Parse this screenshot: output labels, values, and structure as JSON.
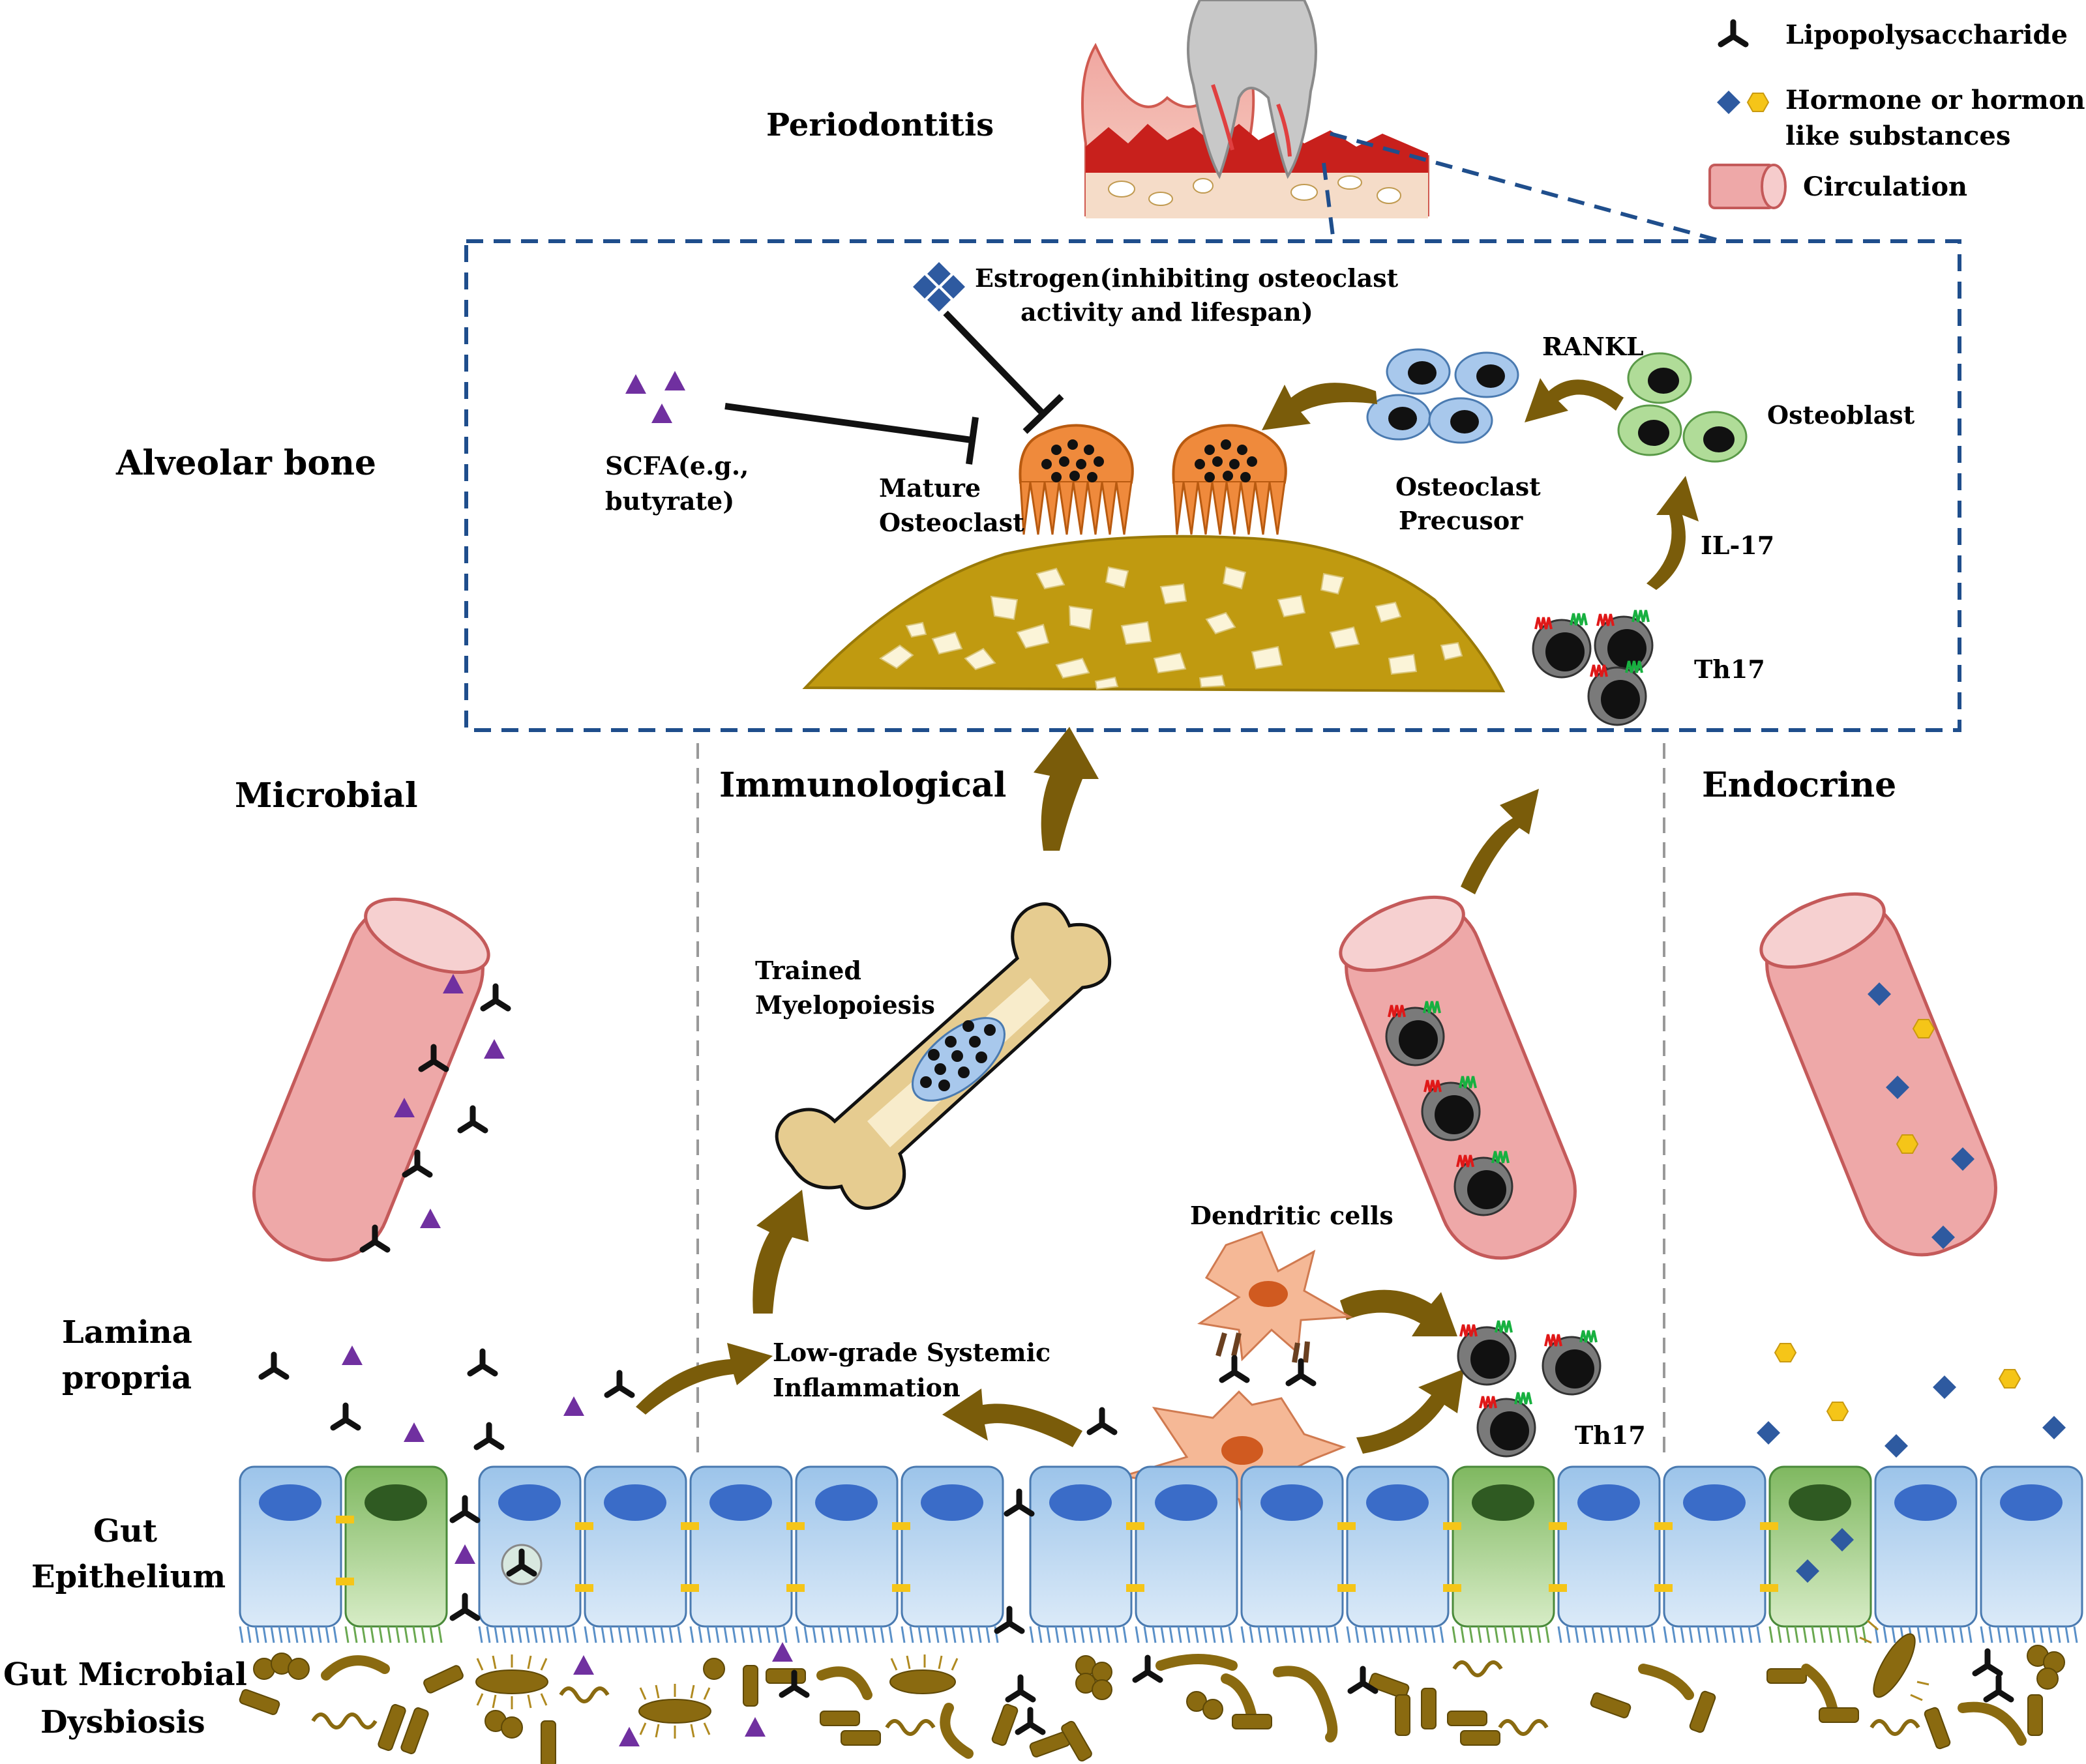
{
  "legend": {
    "lps": "Lipopolysaccharide",
    "hormone_line1": "Hormone or hormone-",
    "hormone_line2": "like substances",
    "circulation": "Circulation"
  },
  "labels": {
    "periodontitis": "Periodontitis",
    "alveolar_bone": "Alveolar bone",
    "microbial": "Microbial",
    "immunological": "Immunological",
    "endocrine": "Endocrine",
    "lamina_1": "Lamina",
    "lamina_2": "propria",
    "gut_epi_1": "Gut",
    "gut_epi_2": "Epithelium",
    "dysbiosis_1": "Gut Microbial",
    "dysbiosis_2": "Dysbiosis"
  },
  "bone_box": {
    "estrogen_1": "Estrogen(inhibiting osteoclast",
    "estrogen_2": "activity and lifespan)",
    "scfa_1": "SCFA(e.g.,",
    "scfa_2": "butyrate)",
    "mature_1": "Mature",
    "mature_2": "Osteoclast",
    "rankl": "RANKL",
    "osteoblast": "Osteoblast",
    "precursor_1": "Osteoclast",
    "precursor_2": "Precusor",
    "il17": "IL-17",
    "th17": "Th17"
  },
  "lower": {
    "trained_1": "Trained",
    "trained_2": "Myelopoiesis",
    "dendritic": "Dendritic cells",
    "inflam_1": "Low-grade Systemic",
    "inflam_2": "Inflammation",
    "th17": "Th17"
  },
  "colors": {
    "arrow": "#7a5c0a",
    "bone": "#c09a10",
    "osteoclast": "#ee8030",
    "precursor": "#a8c8e8",
    "osteoblast": "#a8d8a0",
    "vessel": "#eea8a8",
    "epithelium": "#a8c8e8",
    "goblet": "#8cc070",
    "scfa": "#7030a0",
    "hormone_diamond": "#2e5aa0",
    "hormone_hex": "#f0c020",
    "frame": "#1f4e8c"
  }
}
